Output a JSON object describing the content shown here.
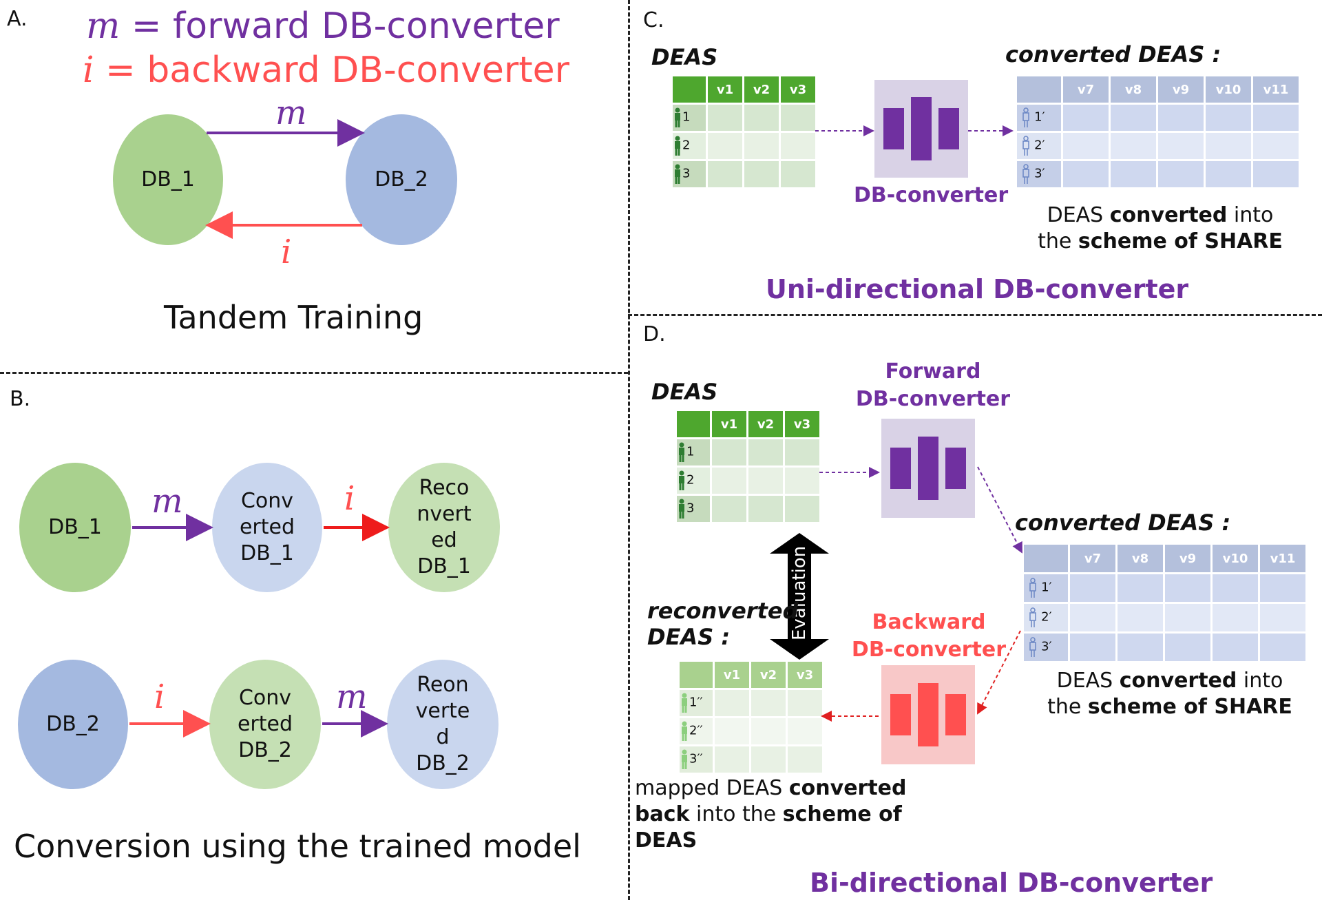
{
  "panel_a": {
    "label": "A.",
    "m_def": {
      "var": "m",
      "eq": "=",
      "text": "forward DB-converter"
    },
    "i_def": {
      "var": "i",
      "eq": "=",
      "text": "backward DB-converter"
    },
    "db1": "DB_1",
    "db2": "DB_2",
    "arrow_m": "m",
    "arrow_i": "i",
    "caption": "Tandem Training"
  },
  "panel_b": {
    "label": "B.",
    "row1": {
      "start": "DB_1",
      "arrow1": "m",
      "mid": "Conv erted DB_1",
      "arrow2": "i",
      "end": "Reco nvert ed DB_1"
    },
    "row2": {
      "start": "DB_2",
      "arrow1": "i",
      "mid": "Conv erted DB_2",
      "arrow2": "m",
      "end": "Reon verte d DB_2"
    },
    "caption": "Conversion using the trained model"
  },
  "panel_c": {
    "label": "C.",
    "deas_title": "DEAS",
    "deas_cols": [
      "v1",
      "v2",
      "v3"
    ],
    "deas_rows": [
      "1",
      "2",
      "3"
    ],
    "converter_label": "DB-converter",
    "converted_title": "converted DEAS :",
    "converted_cols": [
      "v7",
      "v8",
      "v9",
      "v10",
      "v11"
    ],
    "converted_rows": [
      "1′",
      "2′",
      "3′"
    ],
    "note_line1_a": "DEAS ",
    "note_line1_b": "converted",
    "note_line1_c": " into",
    "note_line2_a": "the ",
    "note_line2_b": "scheme of SHARE",
    "caption": "Uni-directional DB-converter"
  },
  "panel_d": {
    "label": "D.",
    "deas_title": "DEAS",
    "deas_cols": [
      "v1",
      "v2",
      "v3"
    ],
    "deas_rows": [
      "1",
      "2",
      "3"
    ],
    "forward_label_1": "Forward",
    "forward_label_2": "DB-converter",
    "converted_title": "converted DEAS :",
    "converted_cols": [
      "v7",
      "v8",
      "v9",
      "v10",
      "v11"
    ],
    "converted_rows": [
      "1′",
      "2′",
      "3′"
    ],
    "note_line1_a": "DEAS ",
    "note_line1_b": "converted",
    "note_line1_c": " into",
    "note_line2_a": "the ",
    "note_line2_b": "scheme of SHARE",
    "evaluation": "Evaluation",
    "reconverted_title_1": "reconverted",
    "reconverted_title_2": "DEAS :",
    "recon_cols": [
      "v1",
      "v2",
      "v3"
    ],
    "recon_rows": [
      "1′′",
      "2′′",
      "3′′"
    ],
    "backward_label_1": "Backward",
    "backward_label_2": "DB-converter",
    "mapped_1a": "mapped DEAS ",
    "mapped_1b": "converted",
    "mapped_2a": "back",
    "mapped_2b": " into the ",
    "mapped_2c": "scheme of",
    "mapped_3": "DEAS",
    "caption": "Bi-directional DB-converter"
  },
  "colors": {
    "purple": "#7030a0",
    "red": "#ff5050",
    "green_ellipse": "#a9d18e",
    "blue_ellipse": "#a4b9e0",
    "table_green_header": "#4ea72e",
    "table_blue_header": "#b4c0dc",
    "converter_bg": "#d9d2e6",
    "backward_bg": "#f8c8c8"
  }
}
